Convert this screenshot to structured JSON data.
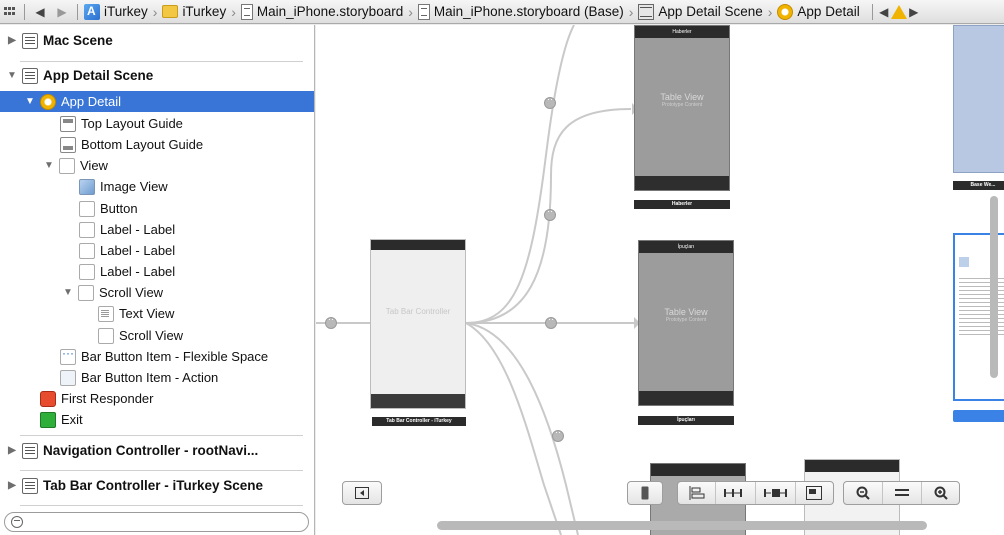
{
  "jumpbar": {
    "nav_back": "◀",
    "nav_forward": "▶",
    "crumbs": [
      "iTurkey",
      "iTurkey",
      "Main_iPhone.storyboard",
      "Main_iPhone.storyboard (Base)",
      "App Detail Scene",
      "App Detail"
    ],
    "issue_prev": "◀",
    "issue_next": "▶"
  },
  "outline": {
    "rows": [
      {
        "label": "Mac Scene"
      },
      {
        "label": "App Detail Scene"
      },
      {
        "label": "App Detail"
      },
      {
        "label": "Top Layout Guide"
      },
      {
        "label": "Bottom Layout Guide"
      },
      {
        "label": "View"
      },
      {
        "label": "Image View"
      },
      {
        "label": "Button"
      },
      {
        "label": "Label - Label"
      },
      {
        "label": "Label - Label"
      },
      {
        "label": "Label - Label"
      },
      {
        "label": "Scroll View"
      },
      {
        "label": "Text View"
      },
      {
        "label": "Scroll View"
      },
      {
        "label": "Bar Button Item - Flexible Space"
      },
      {
        "label": "Bar Button Item - Action"
      },
      {
        "label": "First Responder"
      },
      {
        "label": "Exit"
      },
      {
        "label": "Navigation Controller - rootNavi..."
      },
      {
        "label": "Tab Bar Controller - iTurkey Scene"
      }
    ],
    "filter_placeholder": ""
  },
  "canvas": {
    "scenes": {
      "haberler_nav": "Haberler",
      "haberler_tv": "Table View",
      "haberler_tv_sub": "Prototype Content",
      "haberler_label": "Haberler",
      "ipuclari_nav": "İpuçları",
      "ipuclari_tv": "Table View",
      "ipuclari_tv_sub": "Prototype Content",
      "ipuclari_label": "İpuçları",
      "tabbar_title": "Tab Bar Controller",
      "tabbar_label": "Tab Bar Controller - iTurkey",
      "base_label": "Base We..."
    }
  },
  "colors": {
    "selection": "#3875d7",
    "accent": "#f0b400"
  }
}
